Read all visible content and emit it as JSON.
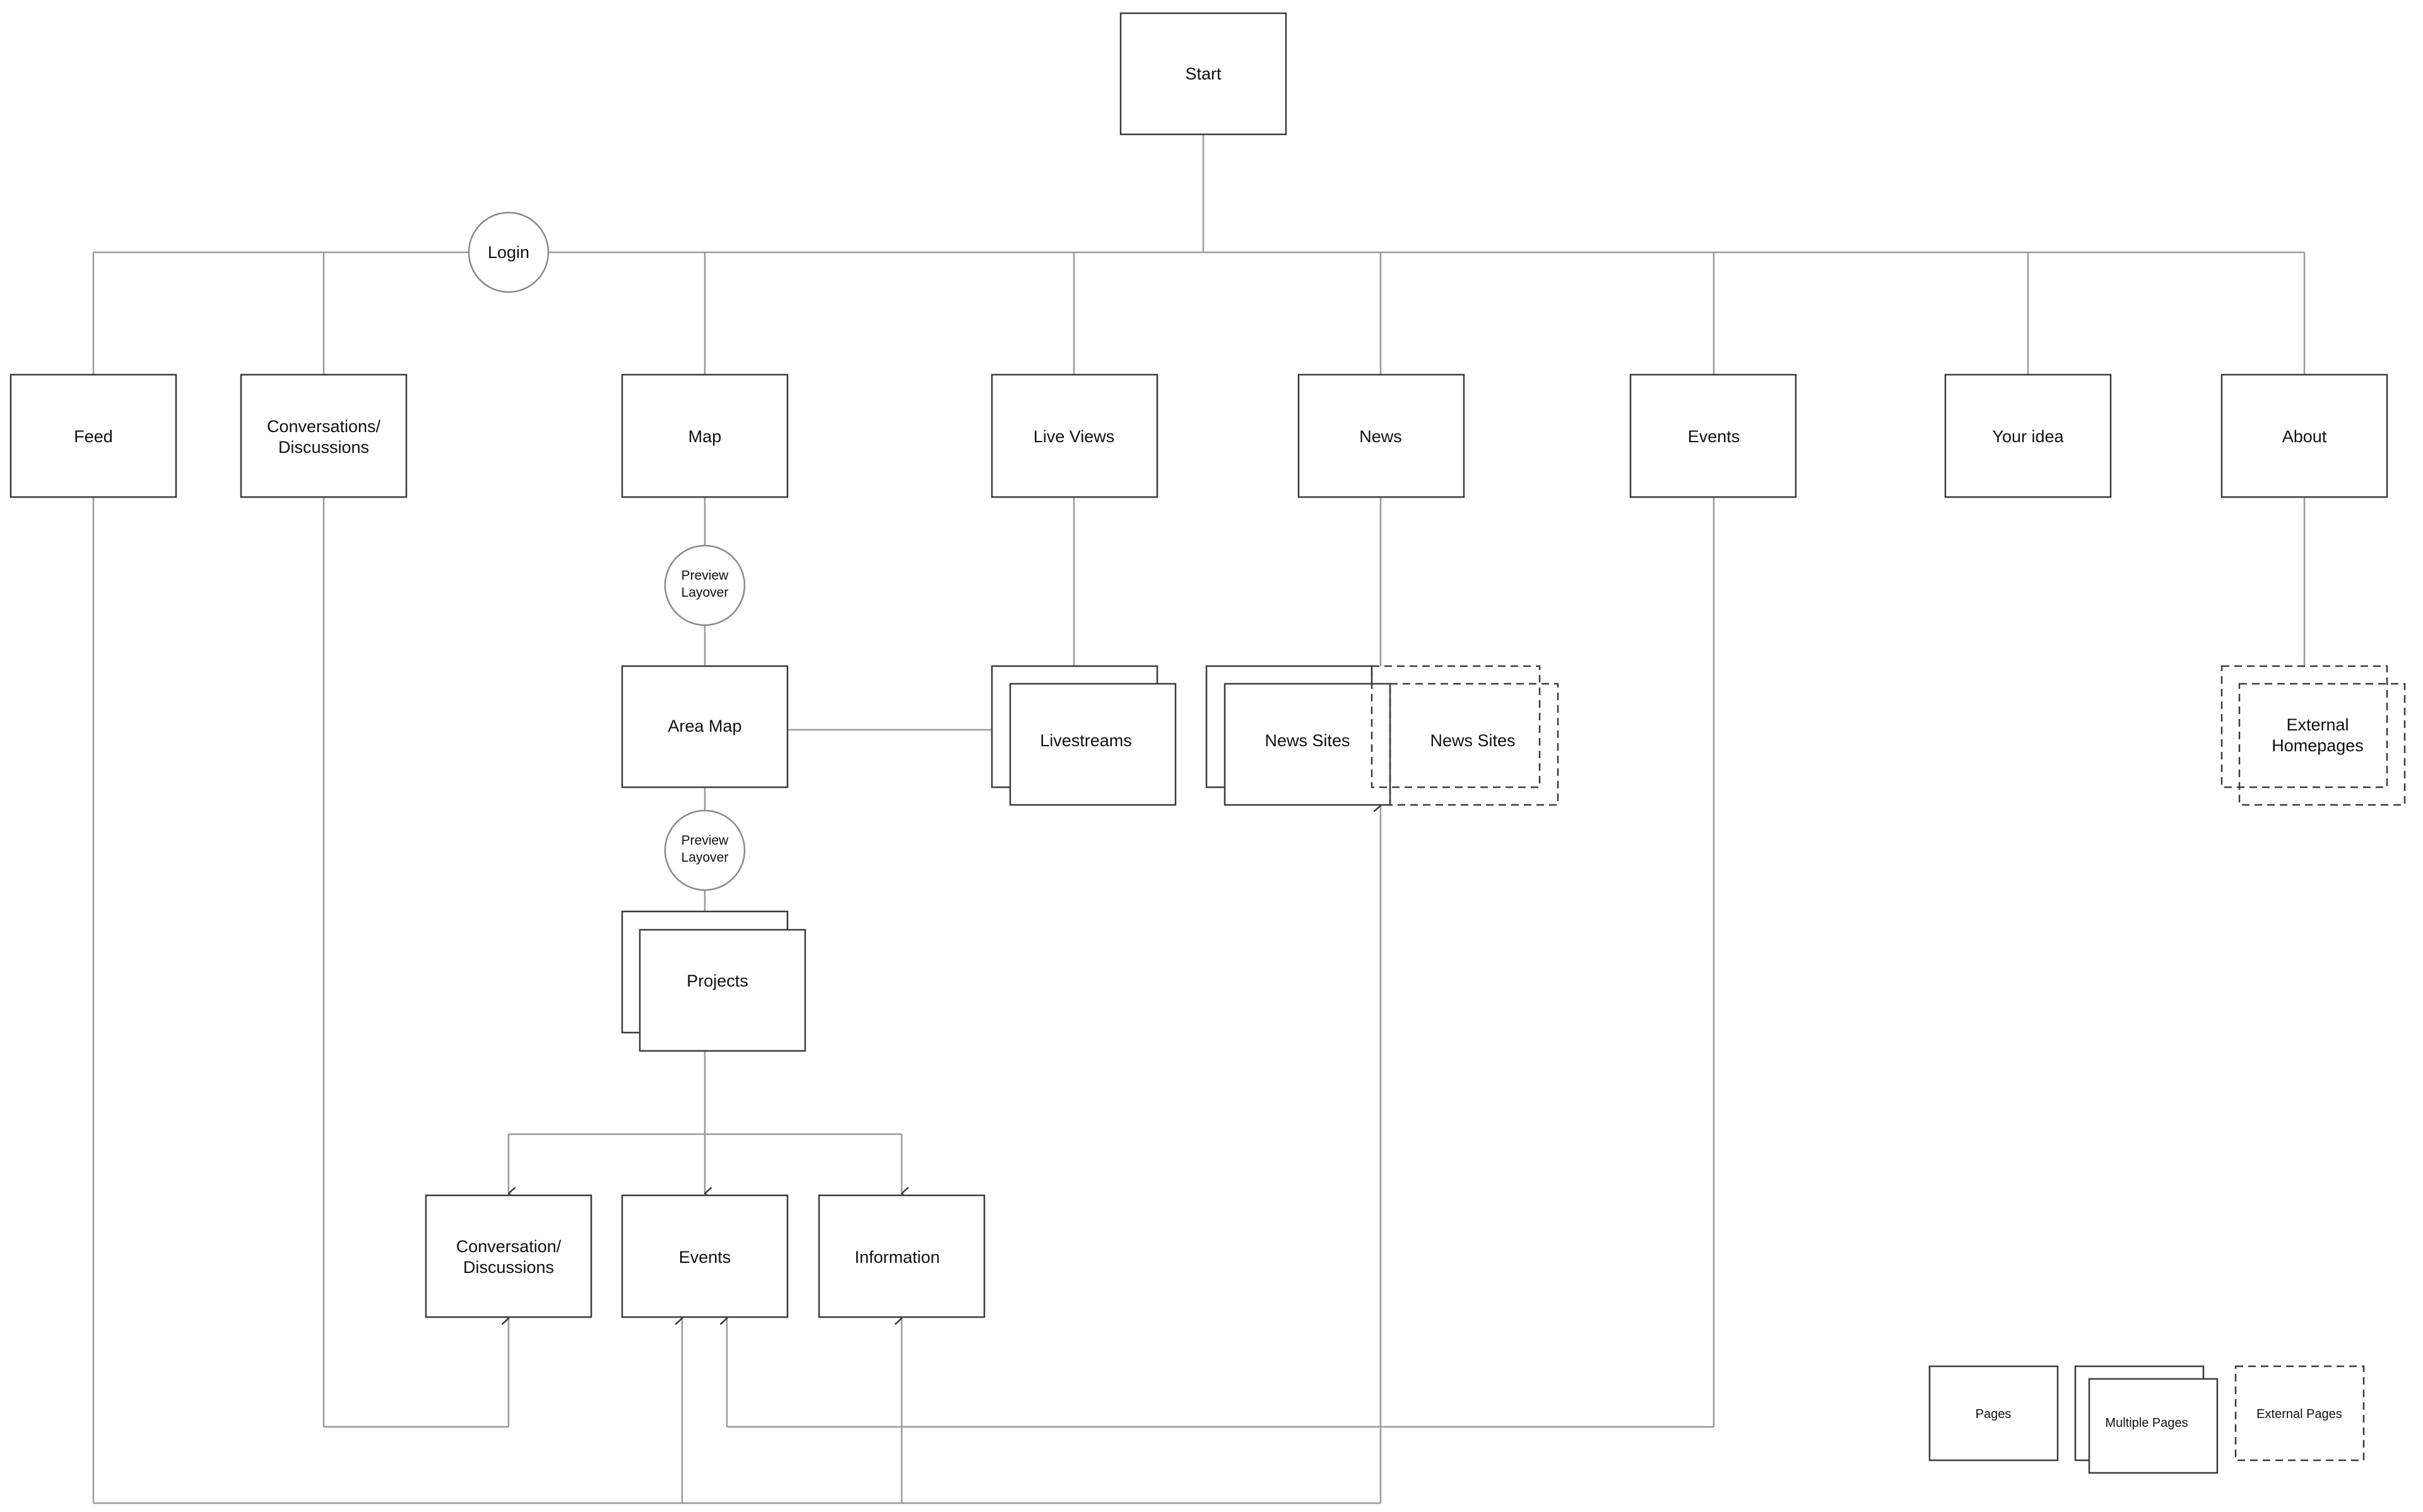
{
  "diagram": {
    "top": {
      "start": "Start"
    },
    "gates": {
      "login": "Login",
      "preview_layover_1": [
        "Preview",
        "Layover"
      ],
      "preview_layover_2": [
        "Preview",
        "Layover"
      ]
    },
    "sections": {
      "feed": "Feed",
      "conversations": [
        "Conversations/",
        "Discussions"
      ],
      "map": "Map",
      "live_views": "Live Views",
      "news": "News",
      "events": "Events",
      "your_idea": "Your idea",
      "about": "About"
    },
    "subpages": {
      "area_map": "Area Map",
      "livestreams": "Livestreams",
      "news_sites_internal": "News Sites",
      "news_sites_external": "News Sites",
      "external_homepages": [
        "External",
        "Homepages"
      ],
      "projects": "Projects"
    },
    "project_pages": {
      "conversation": [
        "Conversation/",
        "Discussions"
      ],
      "events": "Events",
      "information": "Information"
    },
    "legend": {
      "pages": "Pages",
      "multiple_pages": "Multiple Pages",
      "external_pages": "External Pages"
    }
  },
  "colors": {
    "line": "#9a9a9a",
    "box": "#3a3a3a",
    "text": "#111111",
    "background": "#ffffff"
  }
}
